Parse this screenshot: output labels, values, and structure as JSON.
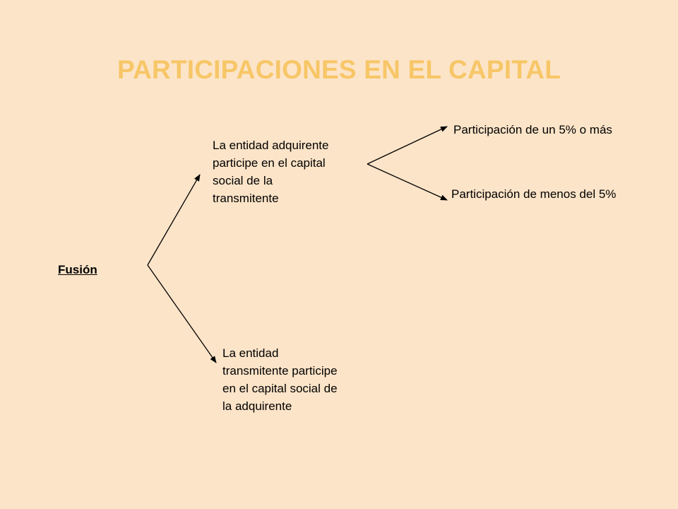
{
  "colors": {
    "background": "#fce4c8",
    "title": "#f7c667",
    "text": "#000000",
    "connector": "#000000"
  },
  "title": "PARTICIPACIONES EN EL CAPITAL",
  "nodes": {
    "root": "Fusión",
    "upper": "La entidad adquirente\nparticipe en el capital\nsocial de la\ntransmitente",
    "lower": "La entidad\ntransmitente participe\nen el capital social de\nla adquirente",
    "upper_option_1": "Participación de un 5% o más",
    "upper_option_2": "Participación de menos del 5%"
  }
}
